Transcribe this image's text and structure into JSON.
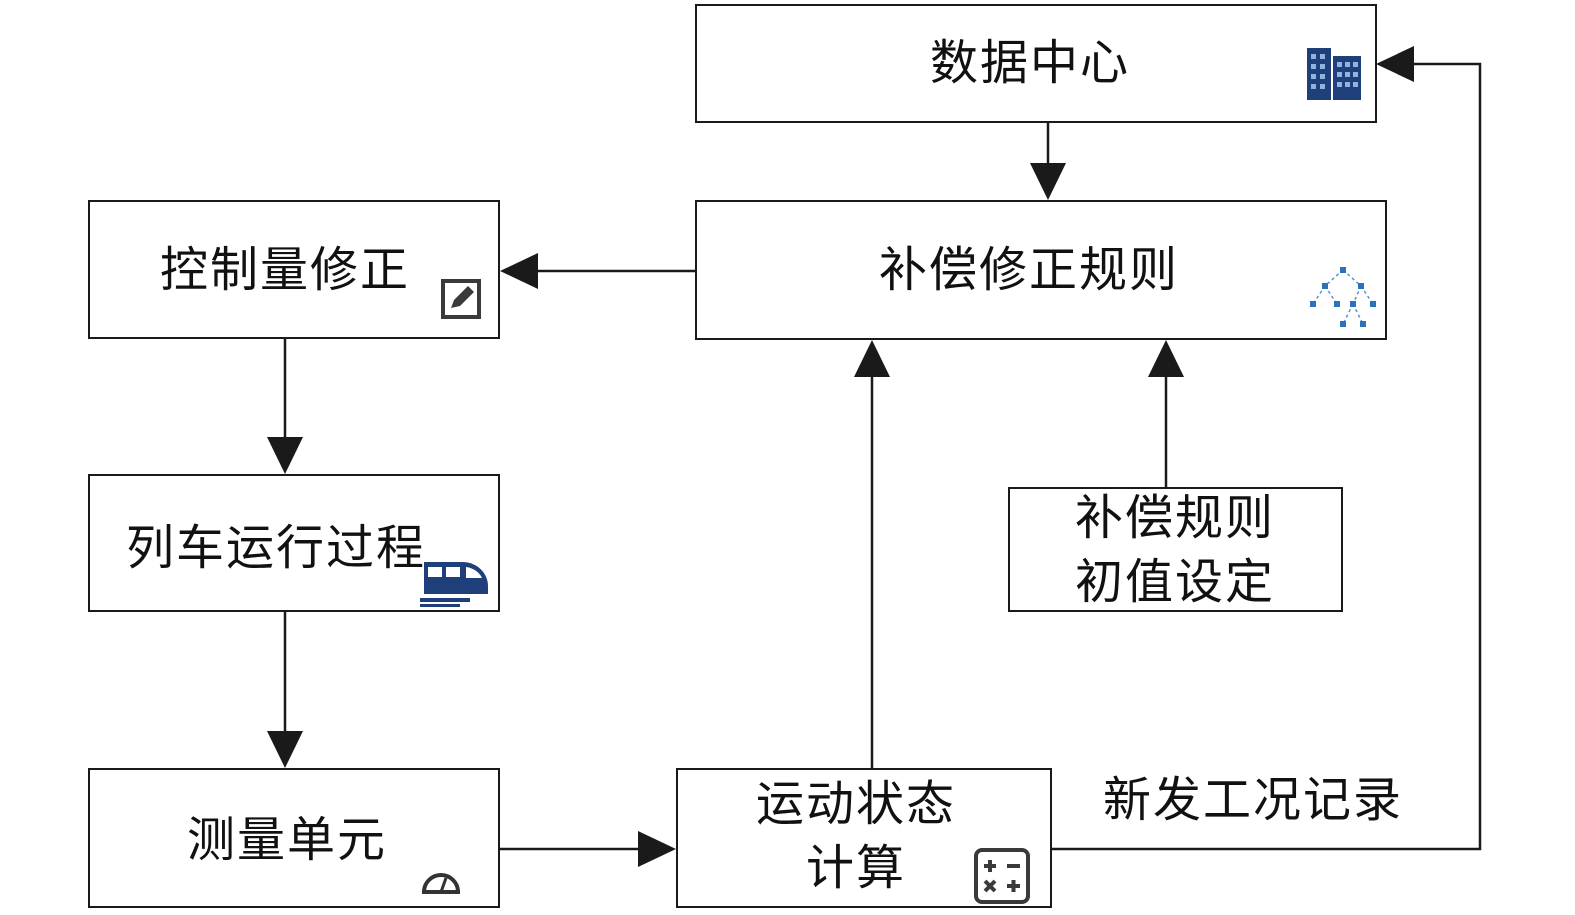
{
  "nodes": {
    "data_center": "数据中心",
    "comp_rule": "补偿修正规则",
    "ctrl_fix": "控制量修正",
    "train_run": "列车运行过程",
    "init_rule_l1": "补偿规则",
    "init_rule_l2": "初值设定",
    "measure": "测量单元",
    "motion_l1": "运动状态",
    "motion_l2": "计算"
  },
  "edge_labels": {
    "new_record": "新发工况记录"
  },
  "icons": {
    "data_center": "building-icon",
    "comp_rule": "tree-icon",
    "ctrl_fix": "edit-icon",
    "train_run": "train-icon",
    "measure": "gauge-icon",
    "motion": "calculator-icon"
  },
  "colors": {
    "stroke": "#1a1a1a",
    "icon_navy": "#1f3f7a",
    "icon_blue": "#2a72c0",
    "icon_gray": "#4a4a4a"
  }
}
